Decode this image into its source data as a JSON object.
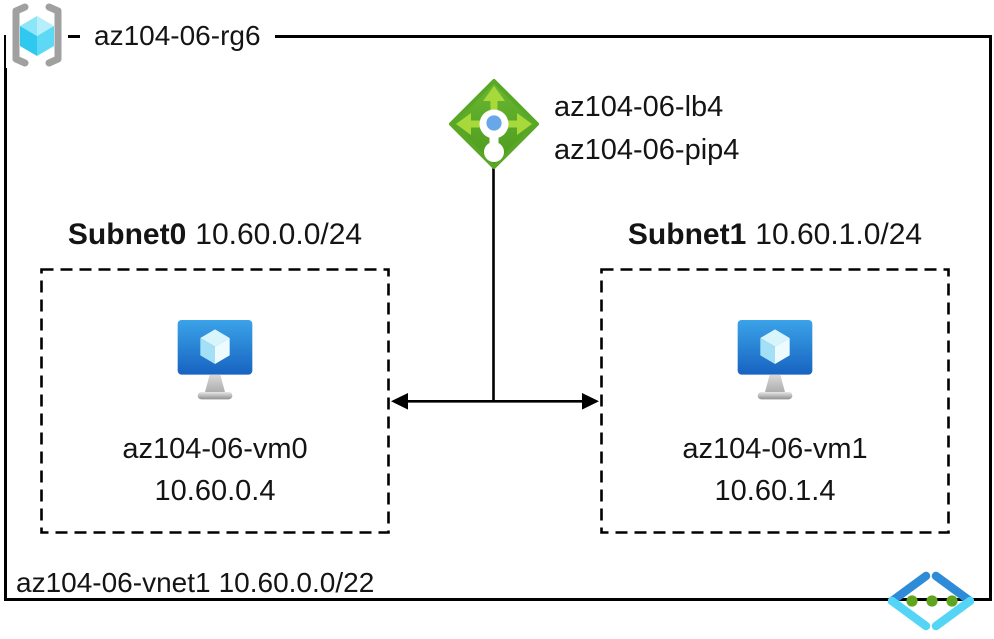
{
  "diagram": {
    "resource_group": {
      "name": "az104-06-rg6",
      "icon": "resource-group-icon"
    },
    "load_balancer": {
      "name": "az104-06-lb4",
      "public_ip": "az104-06-pip4",
      "icon": "load-balancer-icon"
    },
    "subnets": [
      {
        "name": "Subnet0",
        "cidr": "10.60.0.0/24",
        "vm": {
          "name": "az104-06-vm0",
          "ip": "10.60.0.4",
          "icon": "virtual-machine-icon"
        }
      },
      {
        "name": "Subnet1",
        "cidr": "10.60.1.0/24",
        "vm": {
          "name": "az104-06-vm1",
          "ip": "10.60.1.4",
          "icon": "virtual-machine-icon"
        }
      }
    ],
    "virtual_network": {
      "name": "az104-06-vnet1",
      "cidr": "10.60.0.0/22",
      "icon": "virtual-network-icon"
    },
    "colors": {
      "line_black": "#000000",
      "lb_diamond_green_top": "#6ab733",
      "lb_diamond_green_bottom": "#4c9a1d",
      "lb_arrow_green": "#a8d93a",
      "lb_dot_blue": "#68a7e8",
      "vm_screen_blue_top": "#3ba3e9",
      "vm_screen_blue_bottom": "#1763c0",
      "cube_cyan_light": "#a5ebfa",
      "cube_cyan": "#2fc9f0",
      "bracket_gray": "#a0a0a0",
      "vnet_bracket_dark_blue": "#2e8bd8",
      "vnet_bracket_light_cyan": "#55d5f6",
      "vnet_dot_green": "#5fa51f"
    }
  }
}
